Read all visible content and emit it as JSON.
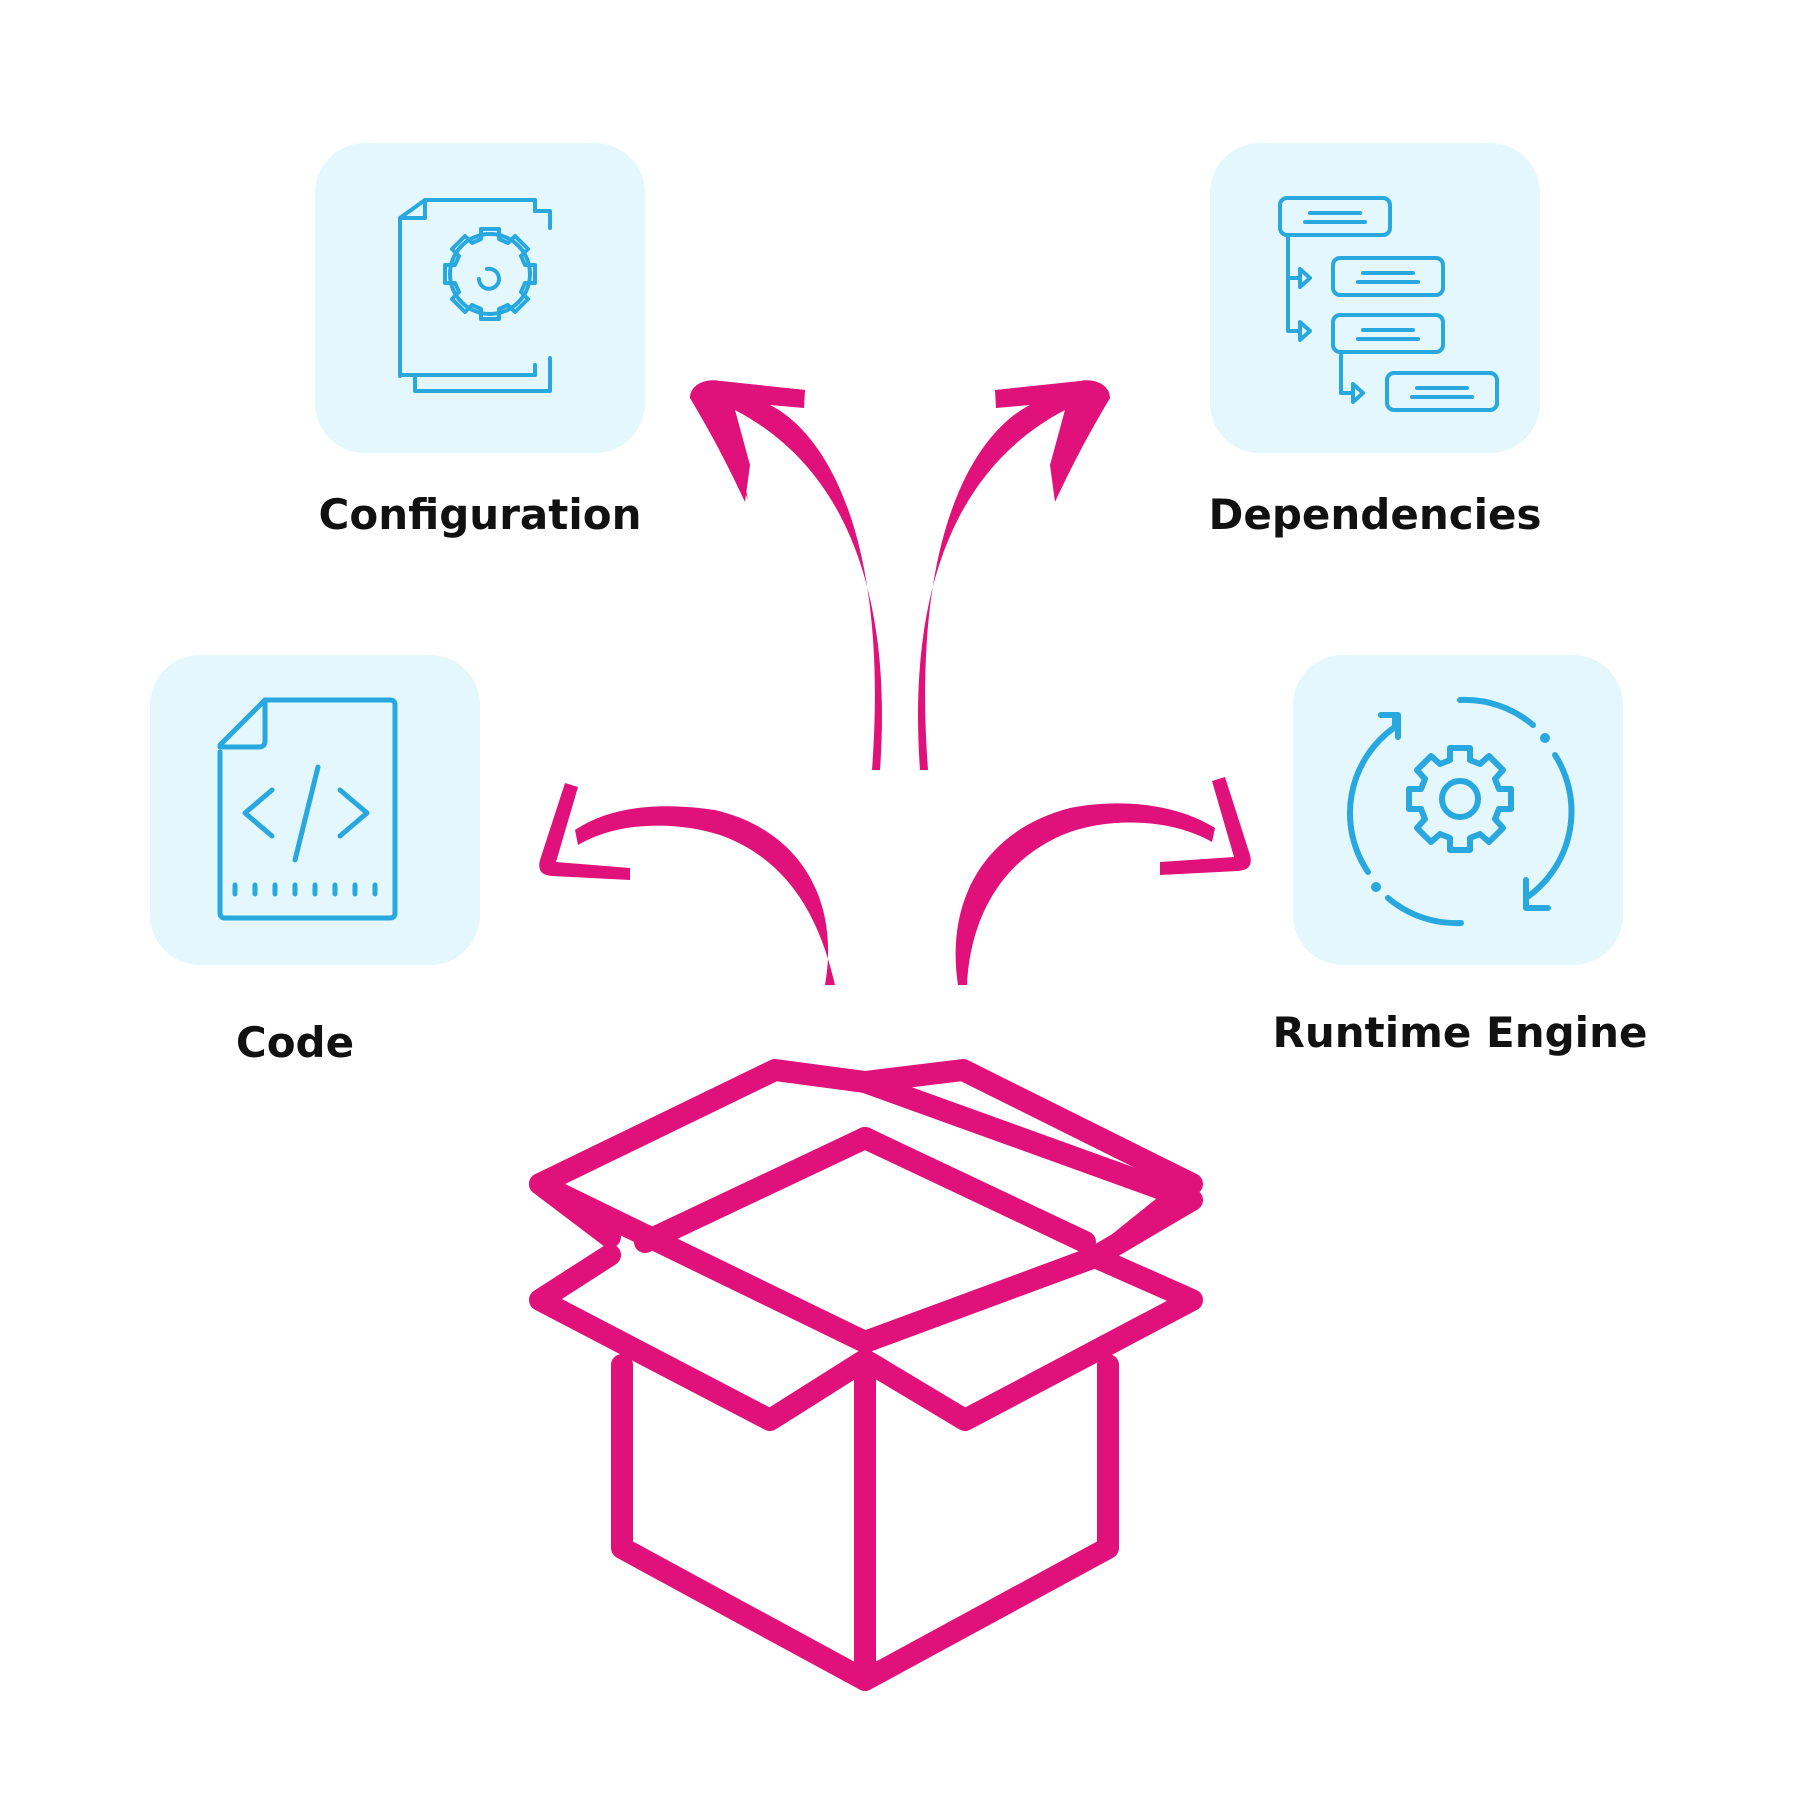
{
  "colors": {
    "accent": "#e0117a",
    "icon": "#29a8e0",
    "card_bg": "#e3f7fc",
    "text": "#111111"
  },
  "items": {
    "configuration": {
      "label": "Configuration",
      "icon": "gear-document-icon"
    },
    "dependencies": {
      "label": "Dependencies",
      "icon": "dependency-tree-icon"
    },
    "code": {
      "label": "Code",
      "icon": "code-file-icon"
    },
    "runtime_engine": {
      "label": "Runtime Engine",
      "icon": "gear-refresh-icon"
    }
  },
  "center": {
    "icon": "open-box-icon"
  }
}
